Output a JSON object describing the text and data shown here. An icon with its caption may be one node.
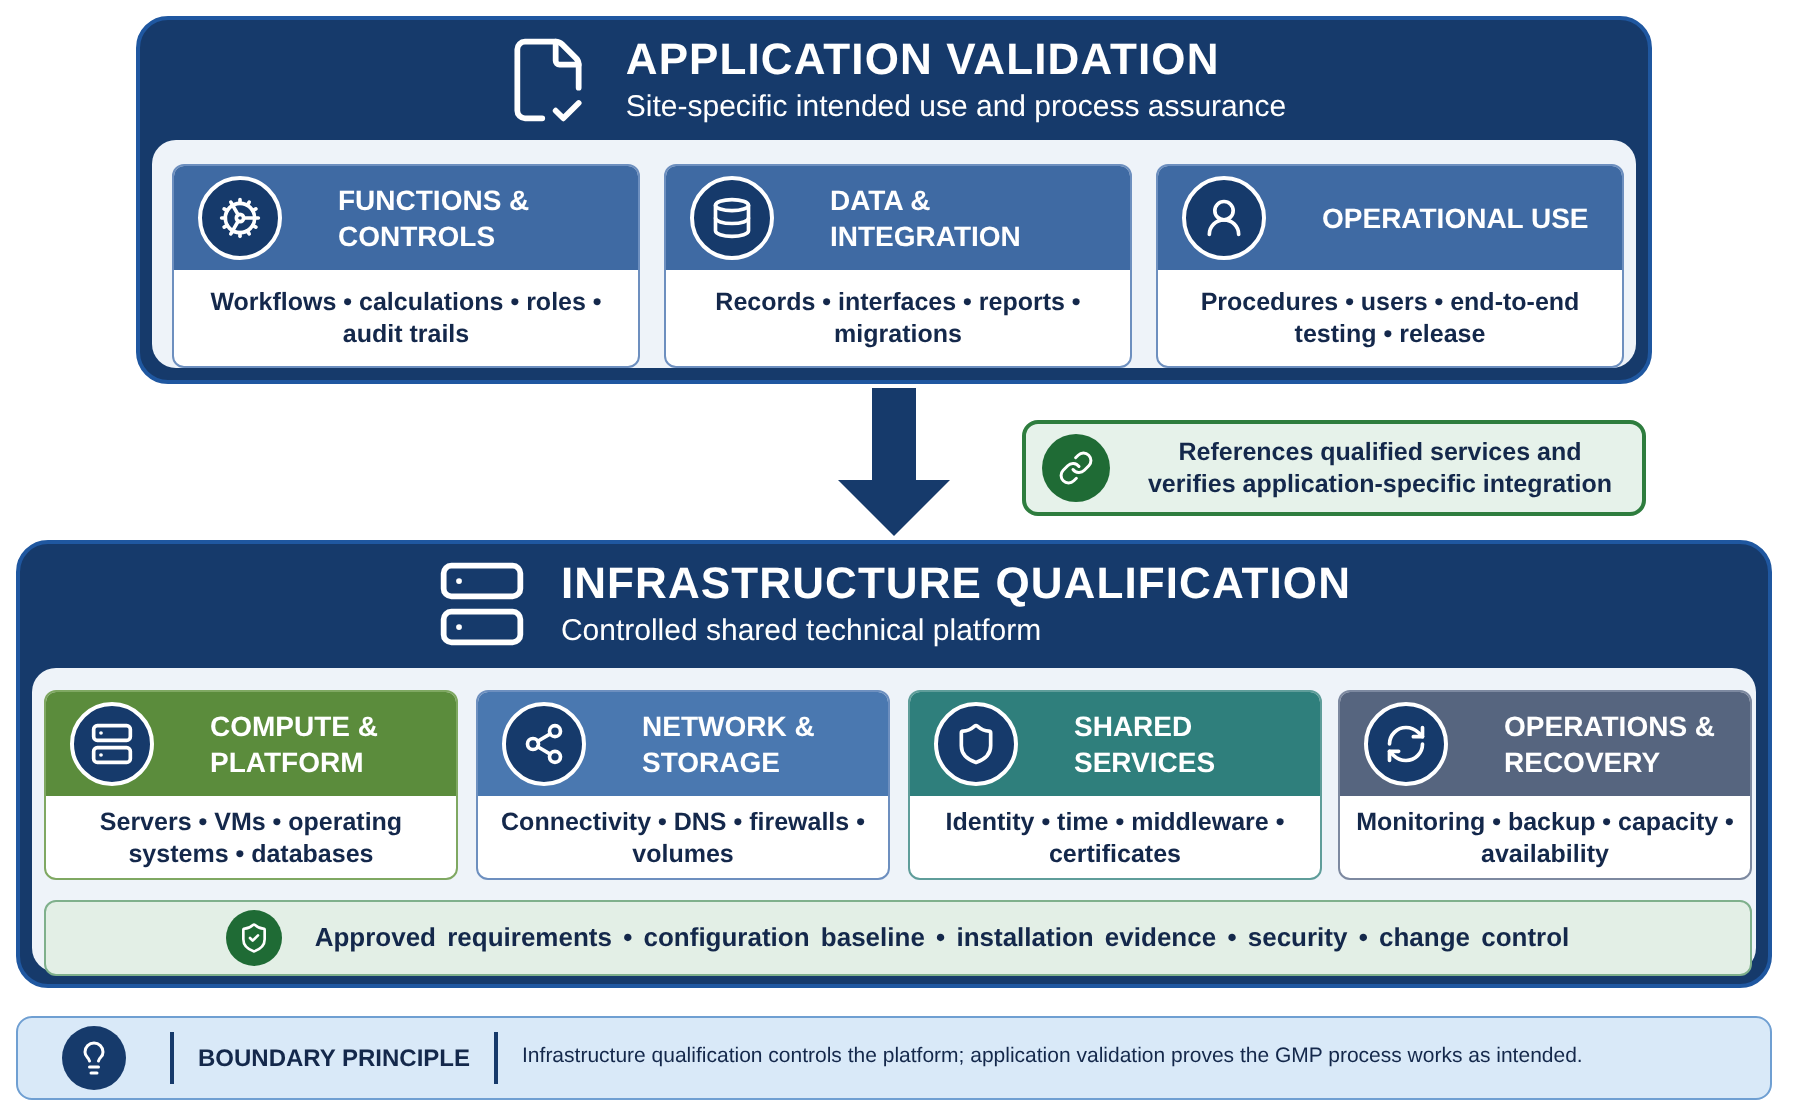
{
  "diagram": {
    "nodes": [
      {
        "text": [
          "APPLICATION VALIDATION",
          "Site-specific intended use and process assurance"
        ]
      },
      {
        "text": [
          "FUNCTIONS & CONTROLS",
          "Workflows • calculations • roles • audit trails"
        ],
        "in": 0
      },
      {
        "text": [
          "DATA & INTEGRATION",
          "Records • interfaces • reports • migrations"
        ],
        "in": 0
      },
      {
        "text": [
          "OPERATIONAL USE",
          "Procedures • users • end-to-end testing • release"
        ],
        "in": 0
      },
      {
        "text": [
          "INFRASTRUCTURE QUALIFICATION",
          "Controlled shared technical platform"
        ]
      },
      {
        "text": [
          "COMPUTE & PLATFORM",
          "Servers • VMs • operating systems • databases"
        ],
        "in": 4
      },
      {
        "text": [
          "NETWORK & STORAGE",
          "Connectivity • DNS • firewalls • volumes"
        ],
        "in": 4
      },
      {
        "text": [
          "SHARED SERVICES",
          "Identity • time • middleware • certificates"
        ],
        "in": 4
      },
      {
        "text": [
          "OPERATIONS & RECOVERY",
          "Monitoring • backup • capacity • availability"
        ],
        "in": 4
      },
      {
        "text": [
          "Approved requirements • configuration baseline • installation evidence • security • change control"
        ],
        "in": 4
      },
      {
        "text": [
          "References qualified services and verifies application-specific integration"
        ]
      },
      {
        "text": [
          "BOUNDARY PRINCIPLE",
          "Infrastructure qualification controls the platform; application validation proves the GMP process works as intended."
        ]
      }
    ],
    "edges": [
      {
        "from": 0,
        "to": 4,
        "arrow": "to"
      }
    ]
  }
}
